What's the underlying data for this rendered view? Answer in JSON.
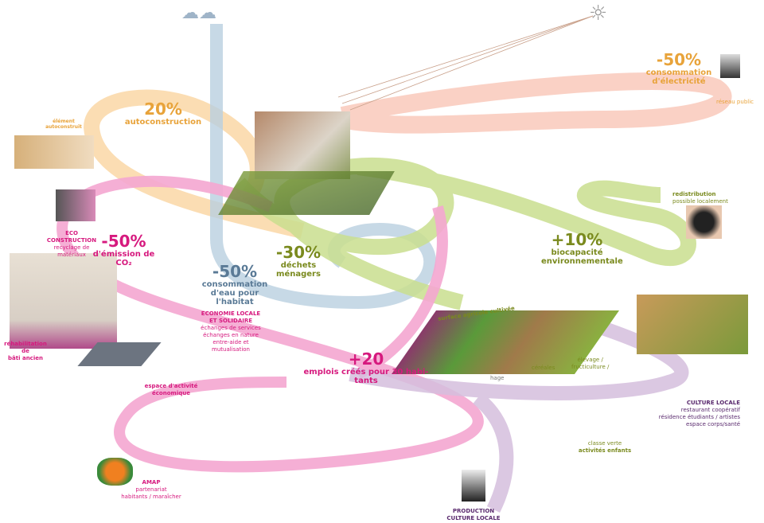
{
  "colors": {
    "orange": "#e8a33a",
    "magenta": "#d6197e",
    "blue": "#5a7a96",
    "olive": "#7a8a1e",
    "green": "#8aa52a",
    "purple": "#5a2a6e",
    "pink_band": "#f4a6d0",
    "green_band": "#c9de8e",
    "blue_band": "#b9cfe0",
    "orange_band": "#fad7a6",
    "salmon_band": "#f9c9bb",
    "purple_band": "#d5bedd"
  },
  "autoconstruction": {
    "value": "20%",
    "label": "autoconstruction",
    "caption": "élément autoconstruit"
  },
  "eco_construction": {
    "title": "ECO CONSTRUCTION",
    "subtitle": "recyclage de matériaux"
  },
  "co2": {
    "value": "-50%",
    "label": "d'émission de CO₂"
  },
  "rehabilitation": {
    "label_1": "réhabilitation de",
    "label_2": "bâti ancien"
  },
  "activity_space": {
    "label": "espace d'activité économique"
  },
  "economie": {
    "title_1": "ECONOMIE LOCALE",
    "title_2": "ET SOLIDAIRE",
    "items": [
      "échanges de services",
      "échanges en nature",
      "entre-aide et mutualisation"
    ]
  },
  "water": {
    "value": "-50%",
    "label_1": "consommation",
    "label_2": "d'eau pour l'habitat"
  },
  "waste": {
    "value": "-30%",
    "label_1": "déchets",
    "label_2": "ménagers"
  },
  "jobs": {
    "value": "+20",
    "label_1": "emplois créés pour 30 habi-",
    "label_2": "tants"
  },
  "farm": {
    "surface": "surface agricole cultivée",
    "cereals": "céréales",
    "livestock_1": "élevage /",
    "livestock_2": "fructiculture /",
    "partial": "hage"
  },
  "biocapacity": {
    "value": "+10%",
    "label_1": "biocapacité",
    "label_2": "environnementale"
  },
  "redistribution": {
    "title": "redistribution",
    "subtitle": "possible localement"
  },
  "electricity": {
    "value": "-50%",
    "label_1": "consommation",
    "label_2": "d'électricité",
    "caption": "réseau public"
  },
  "culture": {
    "title": "CULTURE LOCALE",
    "items": [
      "restaurant coopératif",
      "résidence étudiants / artistes",
      "espace corps/santé"
    ]
  },
  "classe": {
    "label_1": "classe verte",
    "label_2": "activités enfants"
  },
  "amap": {
    "title": "AMAP",
    "line_1": "partenariat",
    "line_2": "habitants / maraîcher"
  },
  "production": {
    "line_1": "PRODUCTION",
    "line_2": "CULTURE LOCALE"
  }
}
